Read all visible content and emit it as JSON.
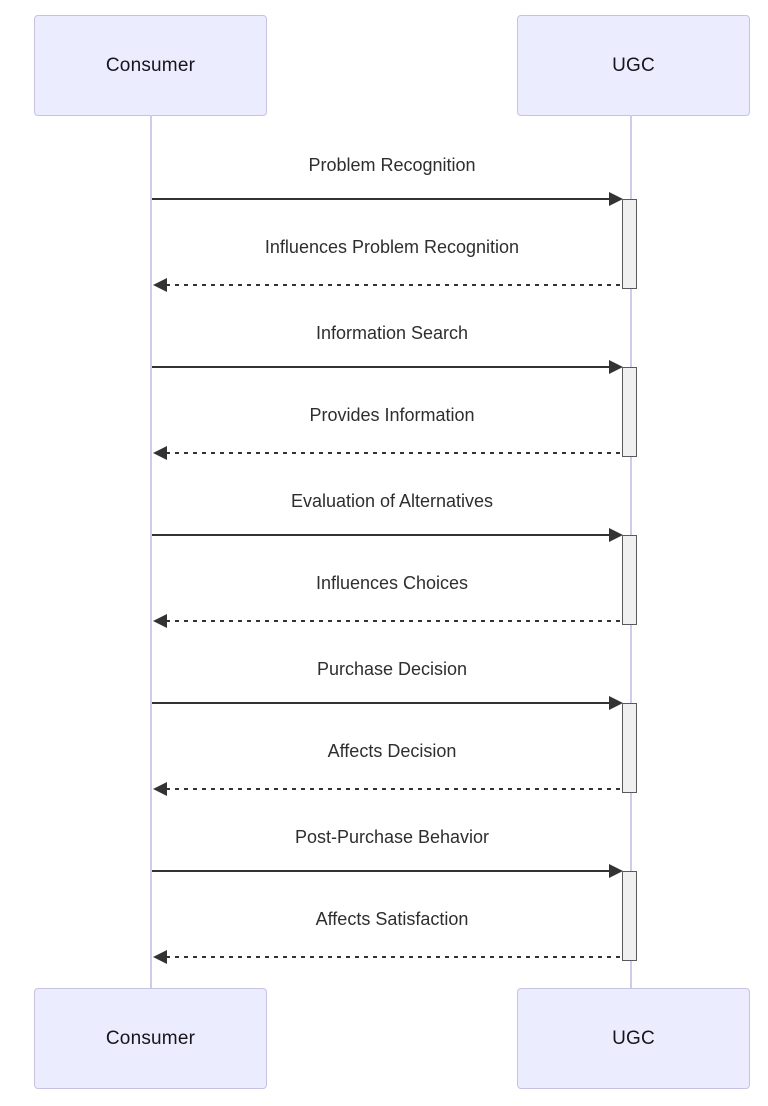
{
  "diagram": {
    "type": "sequence-diagram",
    "actors": {
      "left": "Consumer",
      "right": "UGC"
    },
    "exchanges": [
      {
        "request": {
          "from": "Consumer",
          "to": "UGC",
          "style": "solid",
          "label": "Problem Recognition"
        },
        "response": {
          "from": "UGC",
          "to": "Consumer",
          "style": "dashed",
          "label": "Influences Problem Recognition"
        }
      },
      {
        "request": {
          "from": "Consumer",
          "to": "UGC",
          "style": "solid",
          "label": "Information Search"
        },
        "response": {
          "from": "UGC",
          "to": "Consumer",
          "style": "dashed",
          "label": "Provides Information"
        }
      },
      {
        "request": {
          "from": "Consumer",
          "to": "UGC",
          "style": "solid",
          "label": "Evaluation of Alternatives"
        },
        "response": {
          "from": "UGC",
          "to": "Consumer",
          "style": "dashed",
          "label": "Influences Choices"
        }
      },
      {
        "request": {
          "from": "Consumer",
          "to": "UGC",
          "style": "solid",
          "label": "Purchase Decision"
        },
        "response": {
          "from": "UGC",
          "to": "Consumer",
          "style": "dashed",
          "label": "Affects Decision"
        }
      },
      {
        "request": {
          "from": "Consumer",
          "to": "UGC",
          "style": "solid",
          "label": "Post-Purchase Behavior"
        },
        "response": {
          "from": "UGC",
          "to": "Consumer",
          "style": "dashed",
          "label": "Affects Satisfaction"
        }
      }
    ],
    "colors": {
      "actor_fill": "#ECECFF",
      "actor_border": "#C5C2E2",
      "lifeline": "#CFCBEC",
      "arrow": "#333333",
      "activation_fill": "#F0F0F0",
      "activation_border": "#5A5A5A",
      "text": "#2E2E2E",
      "background": "#FFFFFF"
    }
  }
}
